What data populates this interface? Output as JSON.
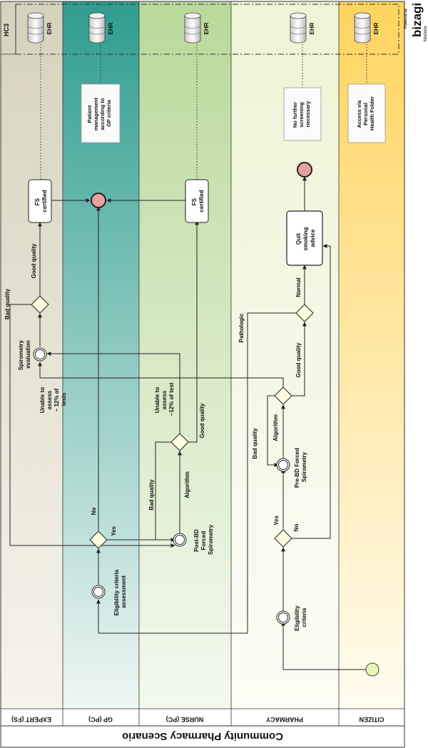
{
  "diagram": {
    "title": "Community  Pharmacy Scenario",
    "pool_label": "HC3",
    "colors": {
      "expert_lane": "#d6d2bd",
      "gp_lane": "#2e9d8f",
      "nurse_lane": "#b9d99b",
      "pharmacy_lane": "#eef4d6",
      "citizen_lane": "#ffd45e",
      "gateway": "#fffbe0",
      "start_event": "#e6f4b8",
      "end_event": "#e9a0a0",
      "brand": "#f08c3c"
    },
    "lanes": [
      {
        "id": "expert",
        "label": "EXPERT (FS)"
      },
      {
        "id": "gp",
        "label": "GP (PC)"
      },
      {
        "id": "nurse",
        "label": "NURSE (PC)"
      },
      {
        "id": "pharmacy",
        "label": "PHARMACY"
      },
      {
        "id": "citizen",
        "label": "CITIZEN"
      }
    ],
    "data_stores": {
      "expert": "EHR",
      "gp": "EHR",
      "nurse": "EHR",
      "pharmacy": "EHR",
      "citizen": "EHR"
    },
    "annotations": {
      "gp": [
        "Patient",
        "management",
        "according to",
        "GP criteria"
      ],
      "pharmacy": [
        "No further",
        "screening",
        "necessary"
      ],
      "citizen": [
        "Access via",
        "Personal",
        "Health Folder"
      ]
    },
    "tasks": {
      "fs_certified_expert": [
        "FS",
        "certified"
      ],
      "fs_certified_nurse": [
        "FS",
        "certified"
      ],
      "quit_smoking": [
        "Quit",
        "smoking",
        "advice"
      ]
    },
    "events": {
      "spirometry_evaluation": [
        "Spirometry",
        "evaluation"
      ],
      "eligibility_assessment": [
        "Eligibility criteria",
        "assessment"
      ],
      "post_bd": [
        "Post-BD",
        "Forced",
        "Spirometry"
      ],
      "pre_bd": [
        "Pre-BD Forced",
        "Spirometry"
      ],
      "eligibility_criteria": [
        "Eligibility",
        "criteria"
      ]
    },
    "flow_labels": {
      "bad_quality_expert": "Bad quality",
      "good_quality_expert": "Good quality",
      "unable_expert": [
        "Unable to",
        "assess",
        "~ 12% of",
        "tests"
      ],
      "no_gp": "No",
      "yes_gp": "Yes",
      "bad_quality_nurse": "Bad quality",
      "algorithm_nurse": "Algorithm",
      "unable_nurse": [
        "Unable to",
        "assess",
        "~12% of test"
      ],
      "good_quality_nurse": "Good quality",
      "bad_quality_pharmacy": "Bad quality",
      "algorithm_pharmacy": "Algorithm",
      "good_quality_pharmacy": "Good quality",
      "pathologic": "Pathologic",
      "normal": "Normal",
      "yes_pharmacy": "Yes",
      "no_pharmacy": "No"
    },
    "brand": {
      "powered_by": "Powered by",
      "name": "bizagi",
      "product": "Modeler"
    }
  }
}
